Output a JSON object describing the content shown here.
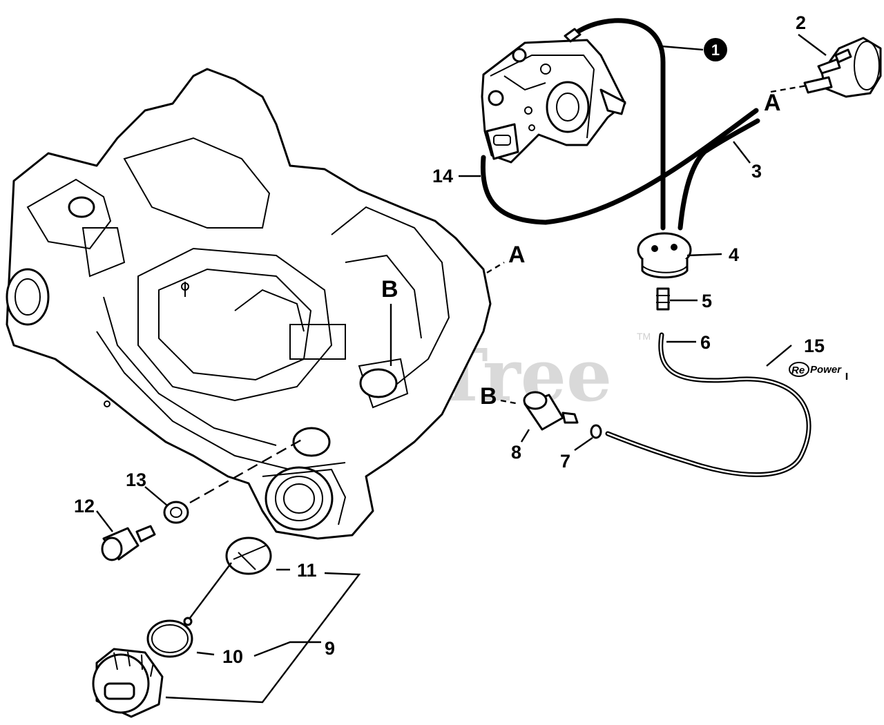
{
  "watermark": {
    "text": "PartsTree",
    "tm": "TM"
  },
  "repower_logo": {
    "prefix": "Re",
    "suffix": "Power"
  },
  "callouts": {
    "n1": "1",
    "n2": "2",
    "n3": "3",
    "n4": "4",
    "n5": "5",
    "n6": "6",
    "n7": "7",
    "n8": "8",
    "n9": "9",
    "n10": "10",
    "n11": "11",
    "n12": "12",
    "n13": "13",
    "n14": "14",
    "n15": "15"
  },
  "connectors": {
    "a_top": "A",
    "a_housing": "A",
    "b_housing": "B",
    "b_filter": "B"
  }
}
